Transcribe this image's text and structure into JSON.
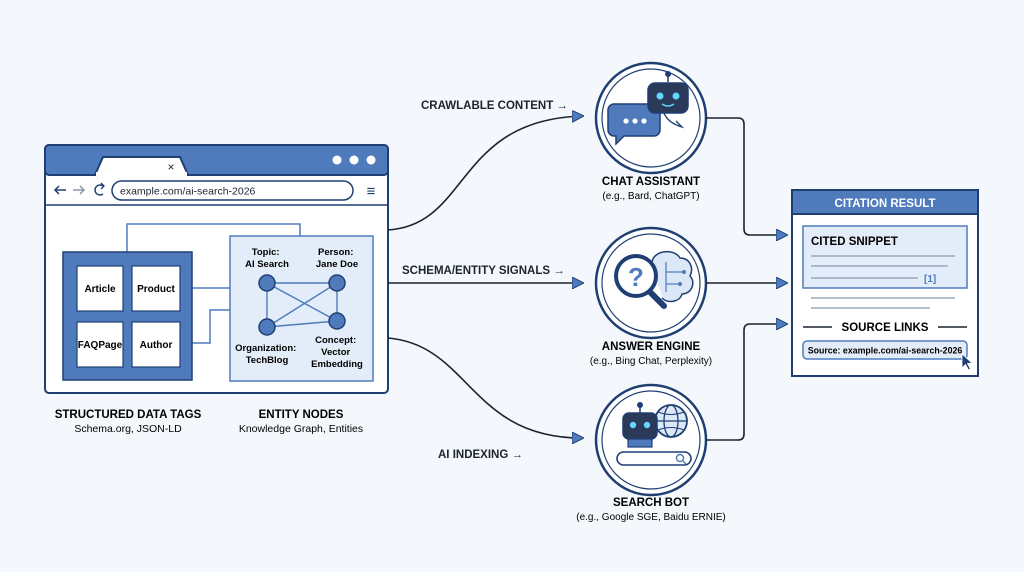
{
  "browser": {
    "close_glyph": "×",
    "url": "example.com/ai-search-2026",
    "menu_glyph": "≡",
    "tags": [
      "Article",
      "Product",
      "FAQPage",
      "Author"
    ],
    "entities": {
      "topic": [
        "Topic:",
        "AI Search"
      ],
      "person": [
        "Person:",
        "Jane Doe"
      ],
      "organization": [
        "Organization:",
        "TechBlog"
      ],
      "concept": [
        "Concept:",
        "Vector",
        "Embedding"
      ]
    }
  },
  "captions": {
    "structured_title": "STRUCTURED DATA TAGS",
    "structured_sub": "Schema.org, JSON-LD",
    "entity_title": "ENTITY NODES",
    "entity_sub": "Knowledge Graph, Entities"
  },
  "flows": {
    "crawlable": "CRAWLABLE CONTENT →",
    "schema": "SCHEMA/ENTITY SIGNALS →",
    "indexing": "AI INDEXING →"
  },
  "engines": {
    "chat": {
      "title": "CHAT ASSISTANT",
      "sub": "(e.g., Bard, ChatGPT)"
    },
    "answer": {
      "title": "ANSWER ENGINE",
      "sub": "(e.g., Bing Chat, Perplexity)"
    },
    "bot": {
      "title": "SEARCH BOT",
      "sub": "(e.g., Google SGE, Baidu ERNIE)"
    }
  },
  "citation": {
    "header": "CITATION RESULT",
    "snippet_title": "CITED SNIPPET",
    "ref_mark": "[1]",
    "links_title": "SOURCE LINKS",
    "source": "Source: example.com/ai-search-2026"
  },
  "colors": {
    "primary": "#4f7bbd",
    "primary_dark": "#1f3f73",
    "light_fill": "#dce8f7",
    "panel_fill": "#eaf1fa",
    "robot_face": "#2a3a58",
    "robot_eye": "#66d4ff"
  }
}
